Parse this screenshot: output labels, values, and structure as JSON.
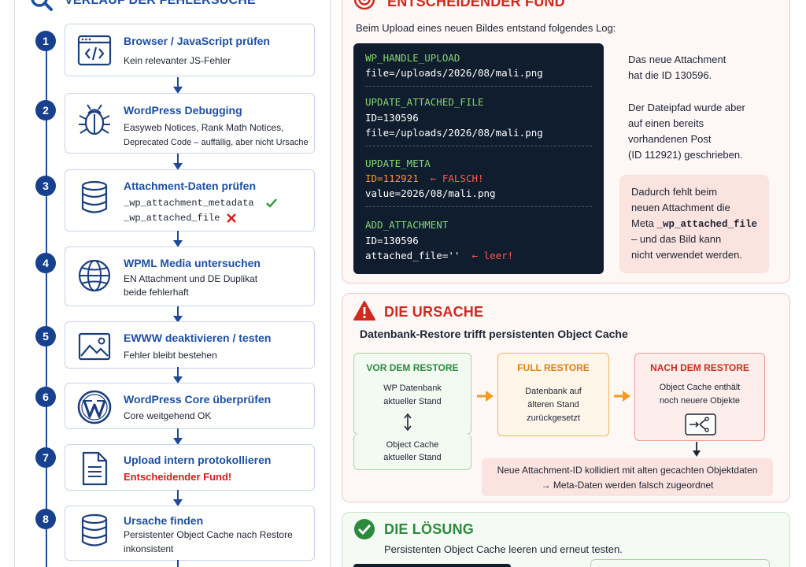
{
  "left": {
    "title": "VERLAUF DER FEHLERSUCHE",
    "steps": [
      {
        "num": "1",
        "title": "Browser / JavaScript prüfen",
        "lines": [
          "Kein relevanter JS-Fehler"
        ]
      },
      {
        "num": "2",
        "title": "WordPress Debugging",
        "lines": [
          "Easyweb Notices, Rank Math Notices,",
          "Deprecated Code – auffällig, aber nicht Ursache"
        ]
      },
      {
        "num": "3",
        "title": "Attachment-Daten prüfen",
        "lines": [
          "_wp_attachment_metadata",
          "_wp_attached_file"
        ]
      },
      {
        "num": "4",
        "title": "WPML Media untersuchen",
        "lines": [
          "EN Attachment und DE Duplikat",
          "beide fehlerhaft"
        ]
      },
      {
        "num": "5",
        "title": "EWWW deaktivieren / testen",
        "lines": [
          "Fehler bleibt bestehen"
        ]
      },
      {
        "num": "6",
        "title": "WordPress Core überprüfen",
        "lines": [
          "Core weitgehend OK"
        ]
      },
      {
        "num": "7",
        "title": "Upload intern protokollieren",
        "lines": [
          "Entscheidender Fund!"
        ]
      },
      {
        "num": "8",
        "title": "Ursache finden",
        "lines": [
          "Persistenter Object Cache nach Restore",
          "inkonsistent"
        ]
      }
    ]
  },
  "fund": {
    "title": "ENTSCHEIDENDER FUND",
    "intro": "Beim Upload eines neuen Bildes entstand folgendes Log:",
    "log": {
      "l1": "WP_HANDLE_UPLOAD",
      "l2": "file=/uploads/2026/08/mali.png",
      "l3": "UPDATE_ATTACHED_FILE",
      "l4": "ID=130596",
      "l5": "file=/uploads/2026/08/mali.png",
      "l6": "UPDATE_META",
      "l7": "ID=112921",
      "l7_note": "← FALSCH!",
      "l8": "value=2026/08/mali.png",
      "l9": "ADD_ATTACHMENT",
      "l10": "ID=130596",
      "l11": "attached_file=''",
      "l11_note": "← leer!"
    },
    "side1": [
      "Das neue Attachment",
      "hat die ID 130596."
    ],
    "side2": [
      "Der Dateipfad wurde aber",
      "auf einen bereits",
      "vorhandenen Post",
      "(ID 112921) geschrieben."
    ],
    "pink": {
      "l1": "Dadurch fehlt beim",
      "l2": "neuen Attachment die",
      "l3a": "Meta ",
      "l3b": "_wp_attached_file",
      "l4": "– und das Bild kann",
      "l5": "nicht verwendet werden."
    }
  },
  "cause": {
    "title": "DIE URSACHE",
    "subtitle": "Datenbank-Restore trifft persistenten Object Cache",
    "before": {
      "title": "VOR DEM RESTORE",
      "l1": "WP Datenbank",
      "l2": "aktueller Stand",
      "l3": "Object Cache",
      "l4": "aktueller Stand"
    },
    "full": {
      "title": "FULL RESTORE",
      "l1": "Datenbank auf",
      "l2": "älteren Stand",
      "l3": "zurückgesetzt"
    },
    "after": {
      "title": "NACH DEM RESTORE",
      "l1": "Object Cache enthält",
      "l2": "noch neuere Objekte"
    },
    "collision": {
      "l1": "Neue Attachment-ID kollidiert mit alten gecachten Objektdaten",
      "l2": "→ Meta-Daten werden falsch zugeordnet"
    }
  },
  "solution": {
    "title": "DIE LÖSUNG",
    "subtitle": "Persistenten Object Cache leeren und erneut testen."
  },
  "colors": {
    "navy": "#17418f",
    "red": "#d02a1e",
    "green": "#2d8a3c",
    "orange": "#f59a23"
  }
}
